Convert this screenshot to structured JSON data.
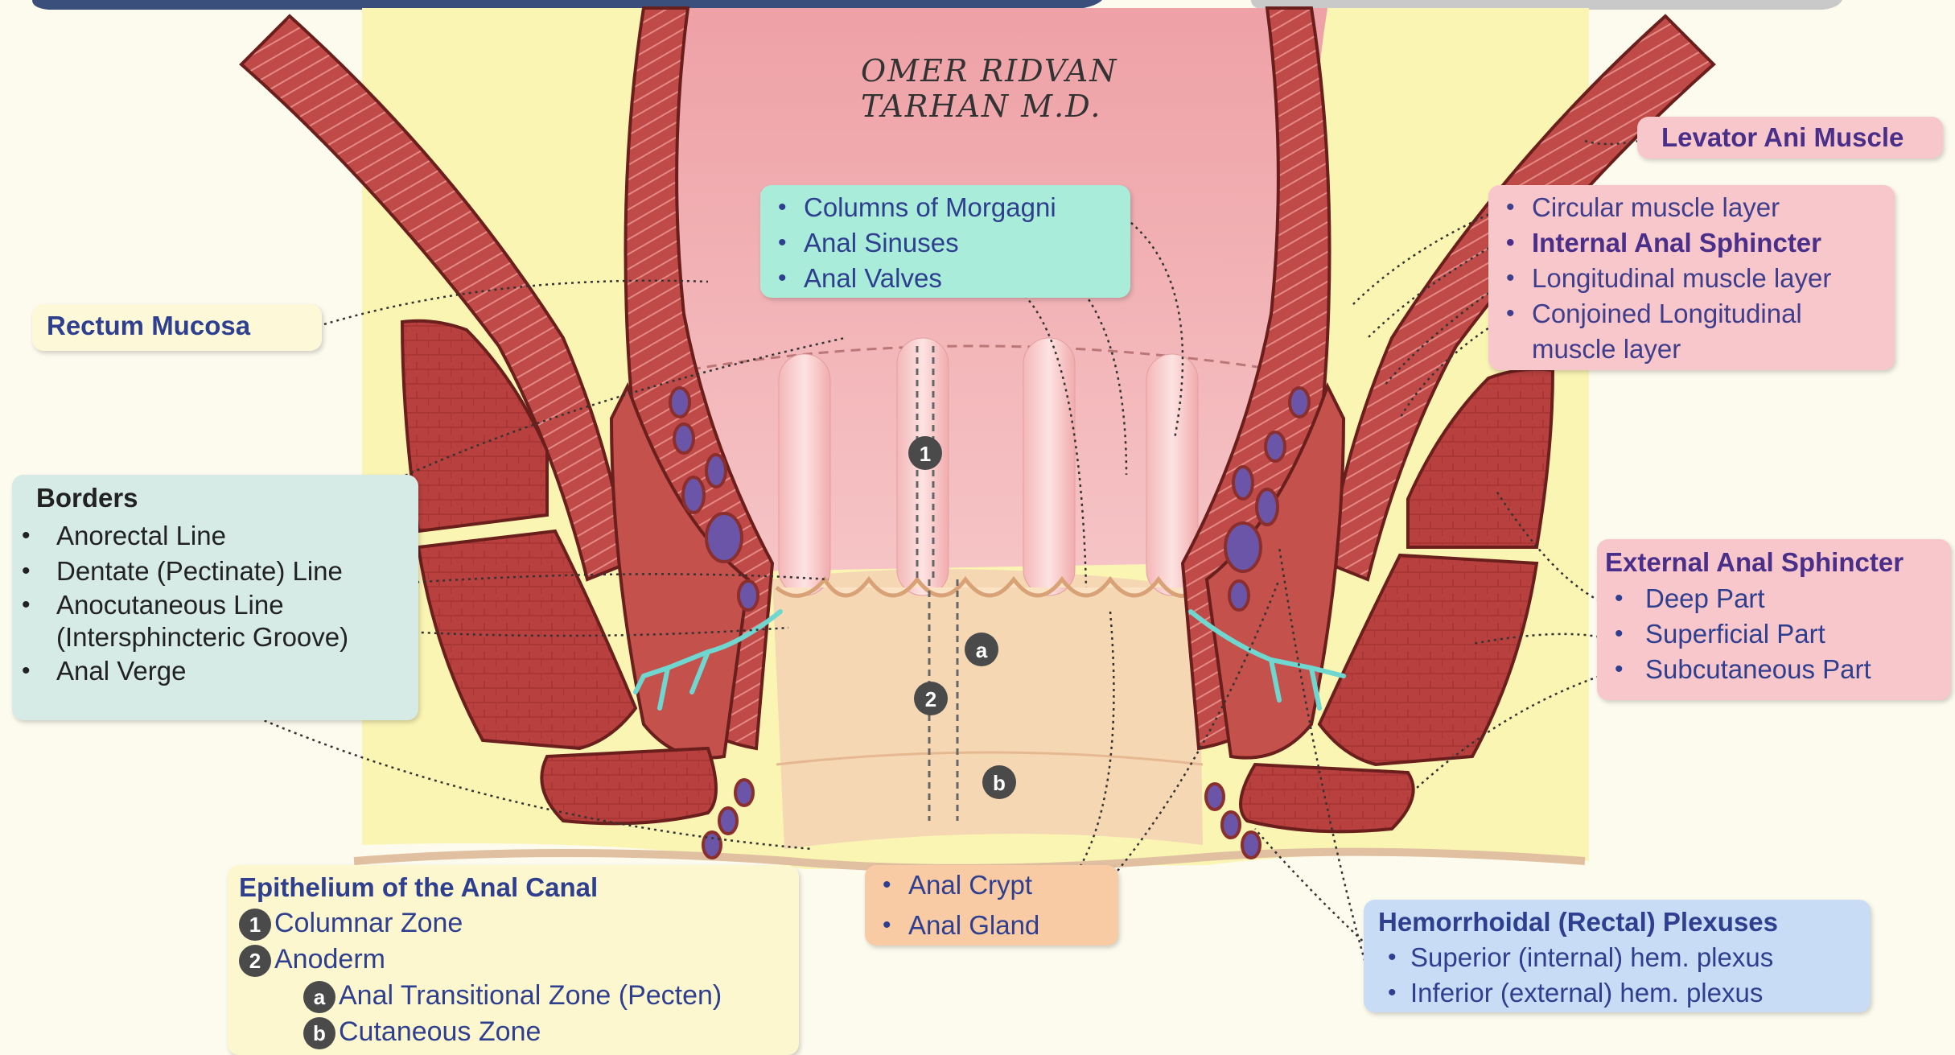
{
  "signature": {
    "line1": "OMER RIDVAN",
    "line2": "TARHAN M.D."
  },
  "morgagni_box": {
    "items": [
      "Columns of Morgagni",
      "Anal Sinuses",
      "Anal Valves"
    ]
  },
  "rectum_mucosa": {
    "label": "Rectum Mucosa"
  },
  "levator": {
    "label": "Levator Ani Muscle"
  },
  "internal_sphincter": {
    "item1": "Circular muscle layer",
    "item2": "Internal Anal Sphincter",
    "item3": "Longitudinal muscle layer",
    "item4_line1": "Conjoined Longitudinal",
    "item4_line2": "muscle layer"
  },
  "borders": {
    "title": "Borders",
    "item1": "Anorectal Line",
    "item2": "Dentate (Pectinate) Line",
    "item3_line1": "Anocutaneous Line",
    "item3_line2": "(Intersphincteric Groove)",
    "item4": "Anal Verge"
  },
  "external_sphincter": {
    "title": "External Anal Sphincter",
    "items": [
      "Deep Part",
      "Superficial Part",
      "Subcutaneous Part"
    ]
  },
  "epithelium": {
    "title": "Epithelium of the Anal Canal",
    "zones": [
      {
        "badge": "1",
        "label": "Columnar Zone"
      },
      {
        "badge": "2",
        "label": "Anoderm"
      },
      {
        "badge": "a",
        "label": "Anal Transitional Zone (Pecten)"
      },
      {
        "badge": "b",
        "label": "Cutaneous Zone"
      }
    ]
  },
  "crypt_box": {
    "items": [
      "Anal Crypt",
      "Anal Gland"
    ]
  },
  "plexus": {
    "title": "Hemorrhoidal (Rectal) Plexuses",
    "items": [
      "Superior (internal) hem. plexus",
      "Inferior (external) hem. plexus"
    ]
  },
  "diagram_markers": {
    "m1": "1",
    "m2": "2",
    "ma": "a",
    "mb": "b"
  },
  "colors": {
    "muscle": "#b8413f",
    "mucosa": "#f0b3b6",
    "anoderm": "#f5d7b4",
    "fat": "#fbf5b4",
    "nerve": "#6fd6d0",
    "plexus_vein": "#6a55a8"
  }
}
